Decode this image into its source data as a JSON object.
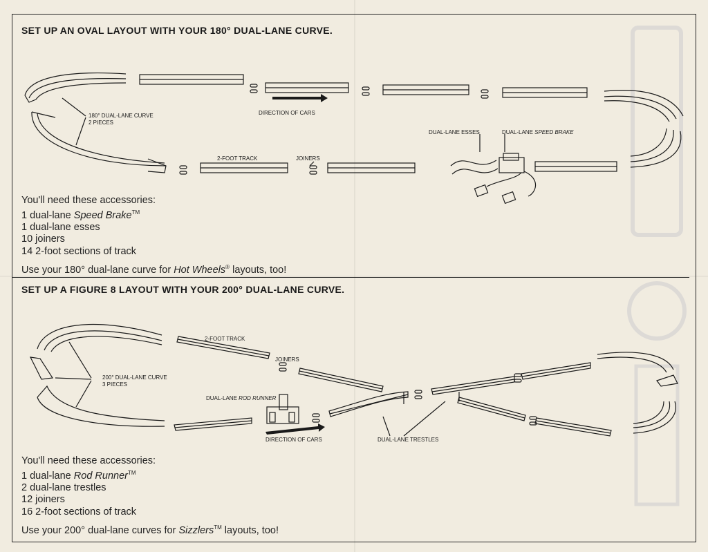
{
  "oval": {
    "heading": "SET UP AN OVAL LAYOUT WITH YOUR 180° DUAL-LANE CURVE.",
    "labels": {
      "curve_line1": "180° DUAL-LANE CURVE",
      "curve_line2": "2 PIECES",
      "direction": "DIRECTION OF CARS",
      "track": "2-FOOT TRACK",
      "joiners": "JOINERS",
      "esses": "DUAL-LANE ESSES",
      "speed_brake_prefix": "DUAL-LANE ",
      "speed_brake_name": "SPEED BRAKE"
    },
    "accessories": {
      "intro": "You'll need these accessories:",
      "item1_prefix": "1 dual-lane ",
      "item1_name": "Speed Brake",
      "item1_tm": "TM",
      "item2": "1 dual-lane esses",
      "item3": "10 joiners",
      "item4": "14 2-foot sections of track",
      "note_prefix": "Use your 180° dual-lane curve for ",
      "note_name": "Hot Wheels",
      "note_reg": "®",
      "note_suffix": " layouts, too!"
    }
  },
  "figure8": {
    "heading": "SET UP A FIGURE 8 LAYOUT WITH YOUR 200° DUAL-LANE CURVE.",
    "labels": {
      "track": "2-FOOT TRACK",
      "joiners": "JOINERS",
      "curve_line1": "200° DUAL-LANE CURVE",
      "curve_line2": "3 PIECES",
      "rod_runner_prefix": "DUAL-LANE ",
      "rod_runner_name": "ROD RUNNER",
      "direction": "DIRECTION OF CARS",
      "trestles": "DUAL-LANE TRESTLES"
    },
    "accessories": {
      "intro": "You'll need these accessories:",
      "item1_prefix": "1 dual-lane ",
      "item1_name": "Rod Runner",
      "item1_tm": "TM",
      "item2": "2 dual-lane trestles",
      "item3": "12 joiners",
      "item4": "16 2-foot sections of track",
      "note_prefix": "Use your 200° dual-lane curves for ",
      "note_name": "Sizzlers",
      "note_tm": "TM",
      "note_suffix": " layouts, too!"
    }
  },
  "colors": {
    "paper": "#f1ece0",
    "ink": "#1a1a1a"
  }
}
